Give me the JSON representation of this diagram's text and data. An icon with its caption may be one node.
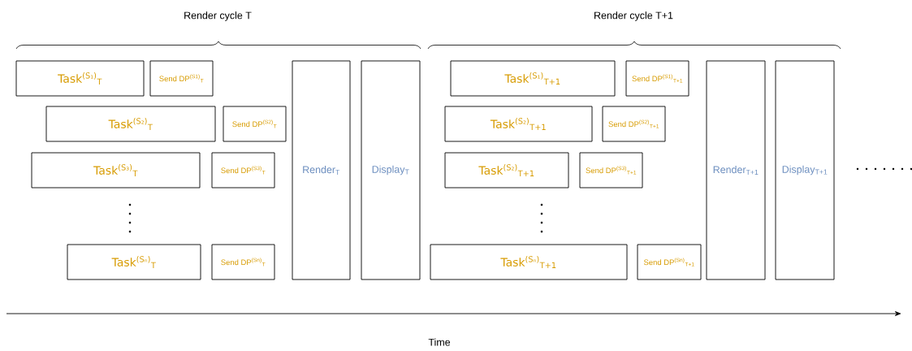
{
  "diagram": {
    "nodes": [
      {
        "text": [
          "Task$^{(S₁)}$$_{T}$"
        ]
      },
      {
        "text": [
          "Send DP$^{(S1)}$$_{T}$"
        ]
      },
      {
        "text": [
          "Task$^{(S₂)}$$_{T}$"
        ]
      },
      {
        "text": [
          "Send DP$^{(S2)}$$_{T}$"
        ]
      },
      {
        "text": [
          "Task$^{(S₃)}$$_{T}$"
        ]
      },
      {
        "text": [
          "Send DP$^{(S3)}$$_{T}$"
        ]
      },
      {
        "text": [
          "Task$^{(Sₙ)}$$_{T}$"
        ]
      },
      {
        "text": [
          "Send DP$^{(Sn)}$$_{T}$"
        ]
      },
      {
        "text": [
          "Render$_{T}$"
        ]
      },
      {
        "text": [
          "Display$_{T}$"
        ]
      },
      {
        "text": [
          "Task$^{(S₁)}$$_{T+1}$"
        ]
      },
      {
        "text": [
          "Send DP$^{(S1)}$$_{T+1}$"
        ]
      },
      {
        "text": [
          "Task$^{(S₂)}$$_{T+1}$"
        ]
      },
      {
        "text": [
          "Send DP$^{(S2)}$$_{T+1}$"
        ]
      },
      {
        "text": [
          "Task$^{(S₂)}$$_{T+1}$"
        ]
      },
      {
        "text": [
          "Send DP$^{(S3)}$$_{T+1}$"
        ]
      },
      {
        "text": [
          "Task$^{(Sₙ)}$$_{T+1}$"
        ]
      },
      {
        "text": [
          "Send DP$^{(Sn)}$$_{T+1}$"
        ]
      },
      {
        "text": [
          "Render$_{T+1}$"
        ]
      },
      {
        "text": [
          "Display$_{T+1}$"
        ]
      }
    ],
    "labels": [
      "Render cycle T",
      "Render cycle T+1",
      "Time"
    ]
  }
}
